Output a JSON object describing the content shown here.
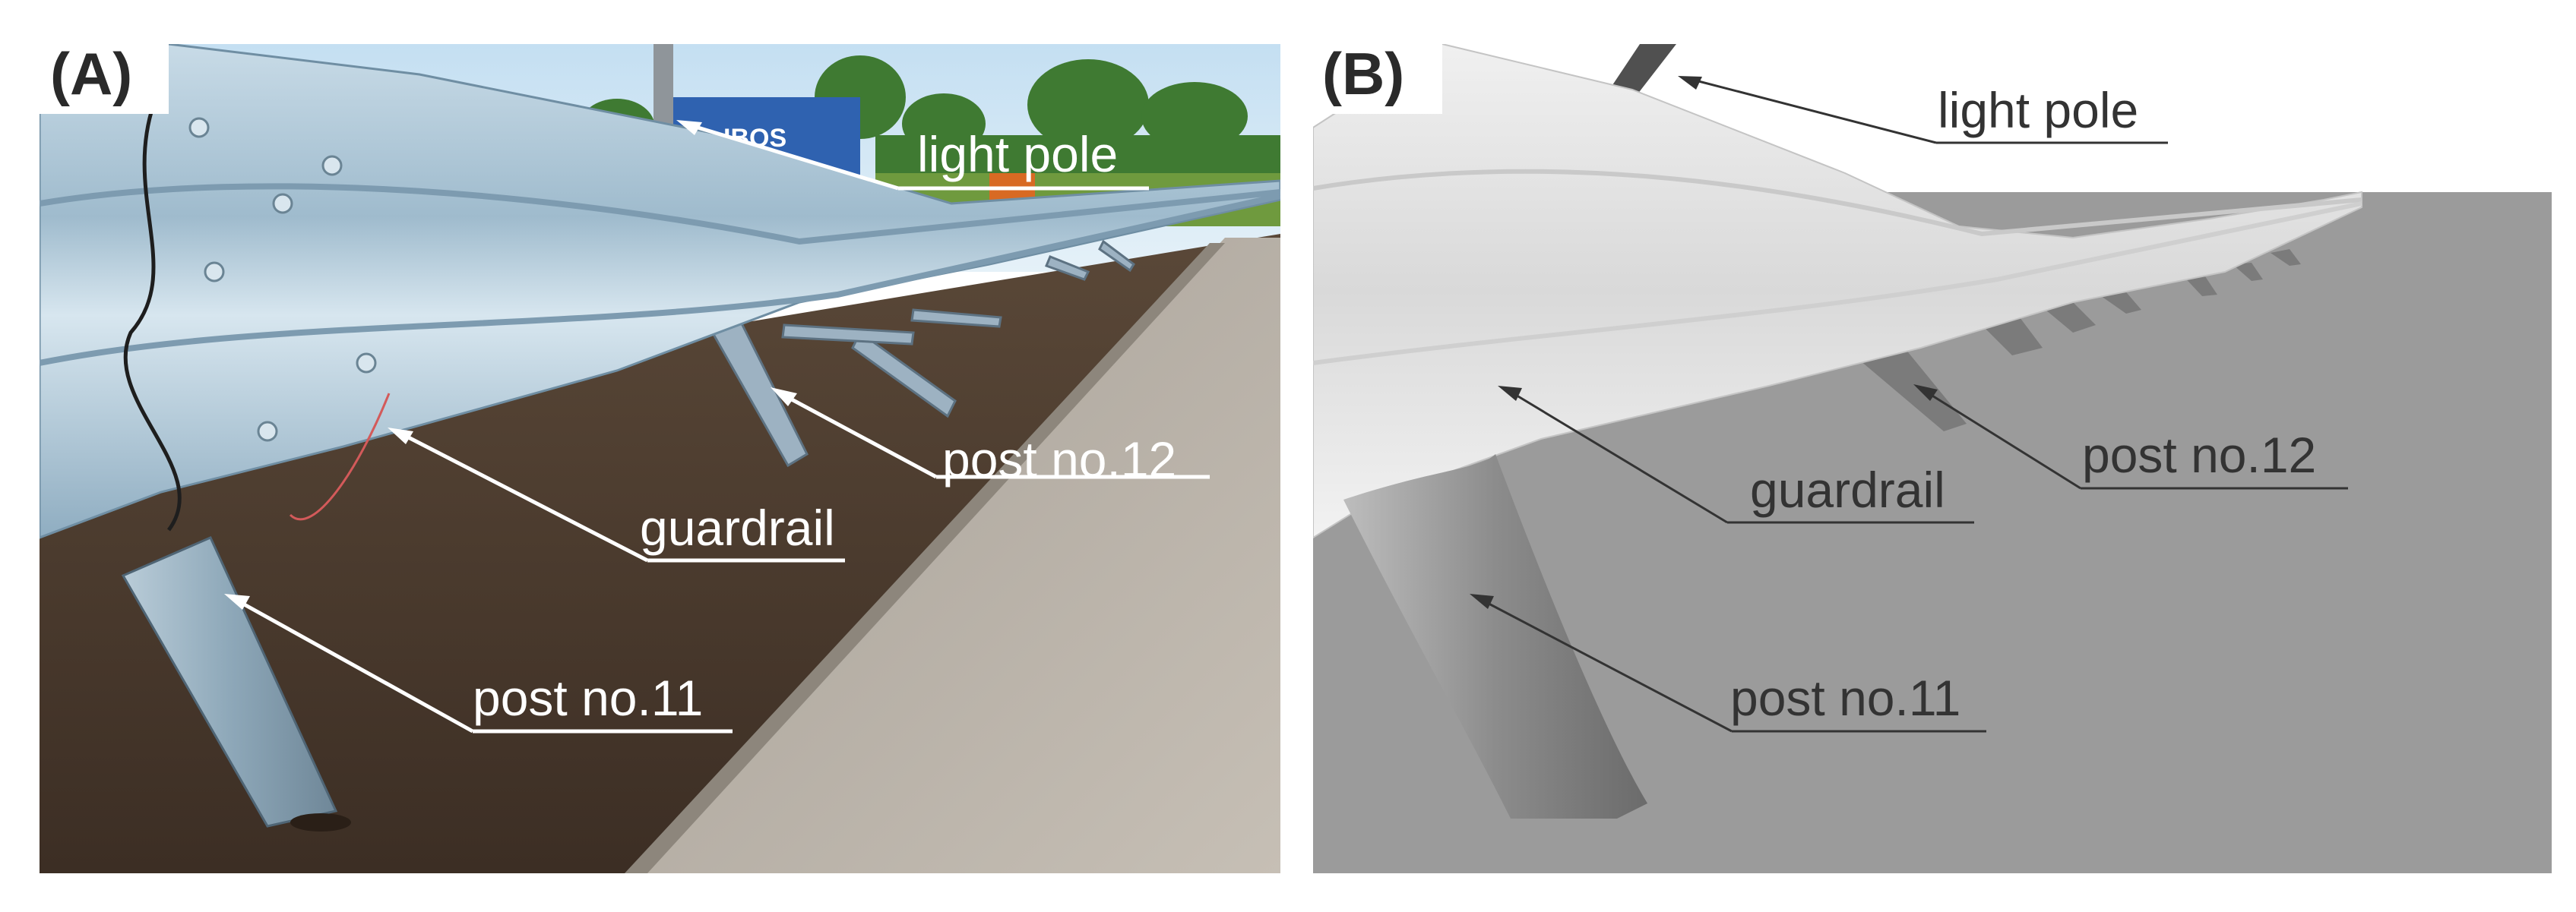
{
  "panels": {
    "a": {
      "label": "(A)"
    },
    "b": {
      "label": "(B)"
    }
  },
  "sign_text": "IBOS",
  "callouts": {
    "a": {
      "light_pole": "light pole",
      "post_12": "post no.12",
      "guardrail": "guardrail",
      "post_11": "post no.11"
    },
    "b": {
      "light_pole": "light pole",
      "post_12": "post no.12",
      "guardrail": "guardrail",
      "post_11": "post no.11"
    }
  },
  "colors": {
    "sky": "#cfe6f5",
    "trees": "#3f7a32",
    "soil": "#4b3a2e",
    "concrete": "#b9b2a7",
    "steel": "#a9c4d6",
    "sign": "#2f62b0",
    "sim_background": "#9b9b9b",
    "sim_rail": "#e6e6e6",
    "sim_post": "#8a8a8a"
  }
}
